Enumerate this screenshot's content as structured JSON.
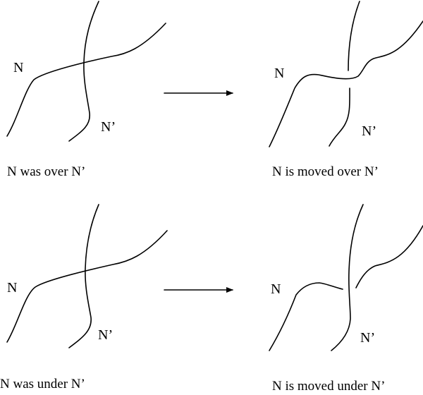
{
  "colors": {
    "ink": "#000000",
    "background": "#ffffff"
  },
  "panels": [
    {
      "id": "top-left",
      "strand_a": "N",
      "strand_b": "N’",
      "caption": "N was over N’"
    },
    {
      "id": "top-right",
      "strand_a": "N",
      "strand_b": "N’",
      "caption": "N is moved over N’"
    },
    {
      "id": "bottom-left",
      "strand_a": "N",
      "strand_b": "N’",
      "caption": "N was under N’"
    },
    {
      "id": "bottom-right",
      "strand_a": "N",
      "strand_b": "N’",
      "caption": "N is moved under N’"
    }
  ],
  "arrows": [
    "right-arrow",
    "right-arrow"
  ]
}
